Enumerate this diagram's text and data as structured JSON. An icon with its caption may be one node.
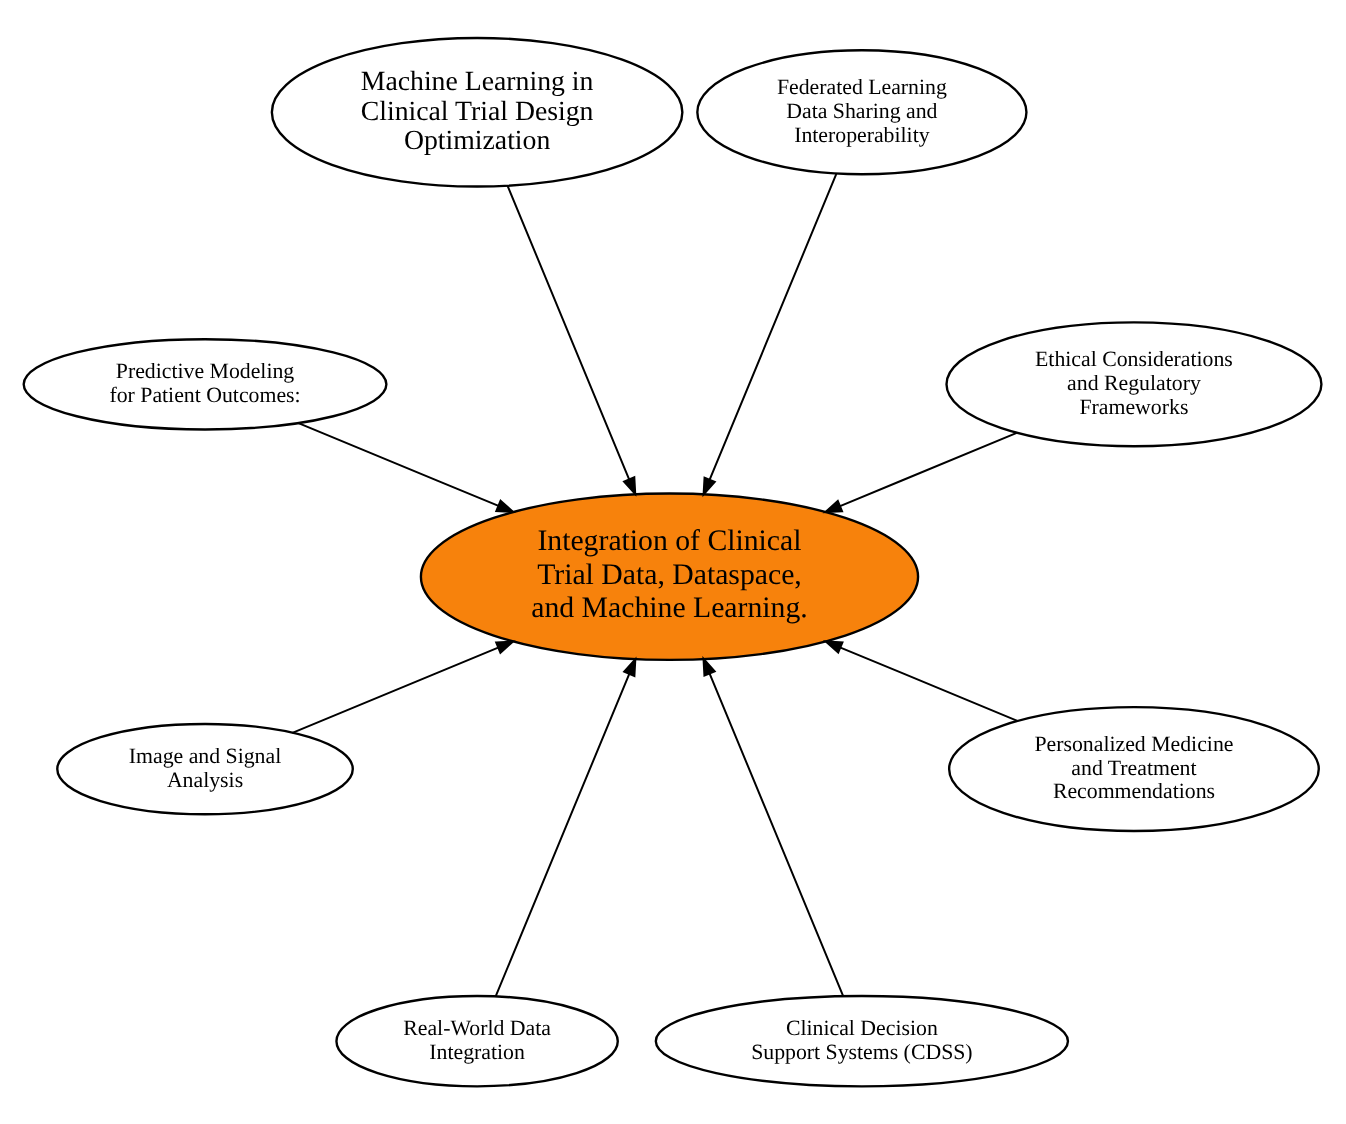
{
  "diagram": {
    "nodes": [
      {
        "text": [
          "Integration of Clinical Trial Data, Dataspace, and Machine Learning."
        ]
      },
      {
        "text": [
          "Ethical Considerations and Regulatory Frameworks"
        ]
      },
      {
        "text": [
          "Federated Learning Data Sharing and Interoperability"
        ]
      },
      {
        "text": [
          "Machine Learning in Clinical Trial Design Optimization"
        ]
      },
      {
        "text": [
          "Predictive Modeling for Patient Outcomes:"
        ]
      },
      {
        "text": [
          "Image and Signal Analysis"
        ]
      },
      {
        "text": [
          "Real-World Data Integration"
        ]
      },
      {
        "text": [
          "Clinical Decision Support Systems (CDSS)"
        ]
      },
      {
        "text": [
          "Personalized Medicine and Treatment Recommendations"
        ]
      }
    ],
    "edges": [
      {
        "from": 1,
        "to": 0,
        "arrow": "to"
      },
      {
        "from": 2,
        "to": 0,
        "arrow": "to"
      },
      {
        "from": 3,
        "to": 0,
        "arrow": "to"
      },
      {
        "from": 4,
        "to": 0,
        "arrow": "to"
      },
      {
        "from": 5,
        "to": 0,
        "arrow": "to"
      },
      {
        "from": 6,
        "to": 0,
        "arrow": "to"
      },
      {
        "from": 7,
        "to": 0,
        "arrow": "to"
      },
      {
        "from": 8,
        "to": 0,
        "arrow": "to"
      }
    ]
  }
}
